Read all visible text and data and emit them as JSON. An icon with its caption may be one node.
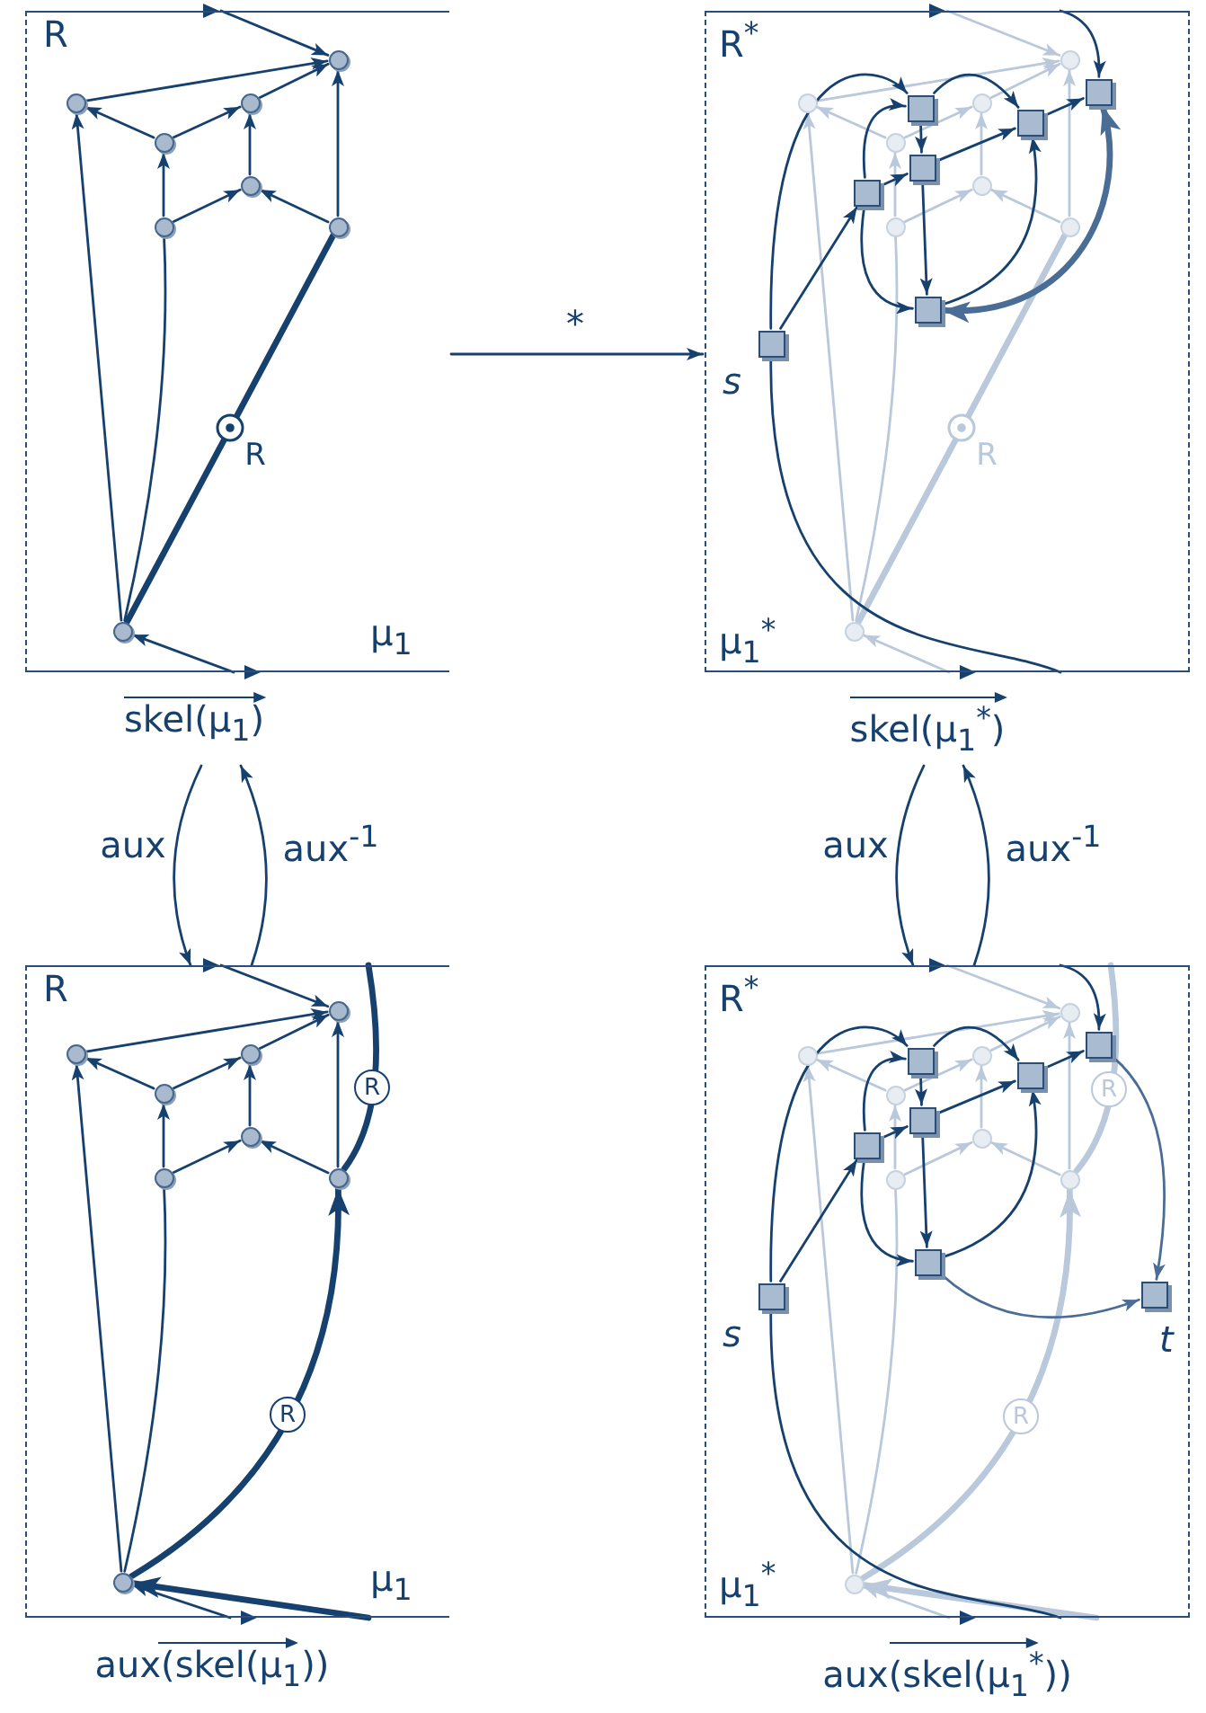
{
  "diagram": {
    "nodes": [
      {
        "text": [
          "R",
          "μ$_{1}$"
        ],
        "beside": [
          "skel(μ$_{1}$)"
        ]
      },
      {
        "text": [],
        "shape": "circle",
        "in": 0
      },
      {
        "text": [],
        "shape": "circle",
        "in": 0
      },
      {
        "text": [],
        "shape": "circle",
        "in": 0
      },
      {
        "text": [],
        "shape": "circle",
        "in": 0
      },
      {
        "text": [],
        "shape": "circle",
        "in": 0
      },
      {
        "text": [],
        "shape": "circle",
        "in": 0
      },
      {
        "text": [],
        "shape": "circle",
        "in": 0
      },
      {
        "text": [],
        "shape": "circle",
        "in": 0
      },
      {
        "text": [
          "R$^{*}$",
          "μ$_{1}$$^{*}$"
        ],
        "beside": [
          "skel(μ$_{1}$$^{*}$)"
        ]
      },
      {
        "text": [],
        "shape": "circle",
        "in": 9
      },
      {
        "text": [],
        "shape": "circle",
        "in": 9
      },
      {
        "text": [],
        "shape": "circle",
        "in": 9
      },
      {
        "text": [],
        "shape": "circle",
        "in": 9
      },
      {
        "text": [],
        "shape": "circle",
        "in": 9
      },
      {
        "text": [],
        "shape": "circle",
        "in": 9
      },
      {
        "text": [],
        "shape": "circle",
        "in": 9
      },
      {
        "text": [],
        "shape": "circle",
        "in": 9
      },
      {
        "text": [],
        "shape": "box",
        "in": 9
      },
      {
        "text": [],
        "shape": "box",
        "in": 9
      },
      {
        "text": [],
        "shape": "box",
        "in": 9
      },
      {
        "text": [],
        "shape": "box",
        "in": 9
      },
      {
        "text": [],
        "shape": "box",
        "in": 9
      },
      {
        "text": [],
        "shape": "box",
        "in": 9
      },
      {
        "text": [],
        "shape": "box",
        "in": 9,
        "beside": [
          "s"
        ]
      },
      {
        "text": [
          "R",
          "μ$_{1}$"
        ],
        "beside": [
          "aux(skel(μ$_{1}$))"
        ]
      },
      {
        "text": [],
        "shape": "circle",
        "in": 25
      },
      {
        "text": [],
        "shape": "circle",
        "in": 25
      },
      {
        "text": [],
        "shape": "circle",
        "in": 25
      },
      {
        "text": [],
        "shape": "circle",
        "in": 25
      },
      {
        "text": [],
        "shape": "circle",
        "in": 25
      },
      {
        "text": [],
        "shape": "circle",
        "in": 25
      },
      {
        "text": [],
        "shape": "circle",
        "in": 25
      },
      {
        "text": [],
        "shape": "circle",
        "in": 25
      },
      {
        "text": [
          "R$^{*}$",
          "μ$_{1}$$^{*}$"
        ],
        "beside": [
          "aux(skel(μ$_{1}$$^{*}$))"
        ]
      },
      {
        "text": [],
        "shape": "circle",
        "in": 34
      },
      {
        "text": [],
        "shape": "circle",
        "in": 34
      },
      {
        "text": [],
        "shape": "circle",
        "in": 34
      },
      {
        "text": [],
        "shape": "circle",
        "in": 34
      },
      {
        "text": [],
        "shape": "circle",
        "in": 34
      },
      {
        "text": [],
        "shape": "circle",
        "in": 34
      },
      {
        "text": [],
        "shape": "circle",
        "in": 34
      },
      {
        "text": [],
        "shape": "circle",
        "in": 34
      },
      {
        "text": [],
        "shape": "box",
        "in": 34
      },
      {
        "text": [],
        "shape": "box",
        "in": 34
      },
      {
        "text": [],
        "shape": "box",
        "in": 34
      },
      {
        "text": [],
        "shape": "box",
        "in": 34
      },
      {
        "text": [],
        "shape": "box",
        "in": 34
      },
      {
        "text": [],
        "shape": "box",
        "in": 34
      },
      {
        "text": [],
        "shape": "box",
        "in": 34,
        "beside": [
          "s"
        ]
      },
      {
        "text": [],
        "shape": "box",
        "in": 34,
        "beside": [
          "t"
        ]
      }
    ],
    "edges": [
      {
        "from": 2,
        "to": 1,
        "arrow": "to"
      },
      {
        "from": 4,
        "to": 2,
        "arrow": "to"
      },
      {
        "from": 4,
        "to": 3,
        "arrow": "to"
      },
      {
        "from": 3,
        "to": 1,
        "arrow": "to"
      },
      {
        "from": 6,
        "to": 4,
        "arrow": "to"
      },
      {
        "from": 6,
        "to": 5,
        "arrow": "to"
      },
      {
        "from": 5,
        "to": 3,
        "arrow": "to"
      },
      {
        "from": 7,
        "to": 5,
        "arrow": "to"
      },
      {
        "from": 7,
        "to": 1,
        "arrow": "to"
      },
      {
        "from": 8,
        "to": 2,
        "arrow": "to"
      },
      {
        "from": 8,
        "to": 6,
        "arrow": "none"
      },
      {
        "from": 8,
        "to": 7,
        "arrow": "none",
        "label": "R",
        "style": "thick"
      },
      {
        "from": null,
        "to": 1,
        "arrow": "to"
      },
      {
        "from": null,
        "to": 8,
        "arrow": "to"
      },
      {
        "from": 11,
        "to": 10,
        "arrow": "to",
        "color": "#b9c8da"
      },
      {
        "from": 13,
        "to": 11,
        "arrow": "to",
        "color": "#b9c8da"
      },
      {
        "from": 13,
        "to": 12,
        "arrow": "to",
        "color": "#b9c8da"
      },
      {
        "from": 12,
        "to": 10,
        "arrow": "to",
        "color": "#b9c8da"
      },
      {
        "from": 15,
        "to": 13,
        "arrow": "to",
        "color": "#b9c8da"
      },
      {
        "from": 15,
        "to": 14,
        "arrow": "to",
        "color": "#b9c8da"
      },
      {
        "from": 14,
        "to": 12,
        "arrow": "to",
        "color": "#b9c8da"
      },
      {
        "from": 16,
        "to": 14,
        "arrow": "to",
        "color": "#b9c8da"
      },
      {
        "from": 16,
        "to": 10,
        "arrow": "to",
        "color": "#b9c8da"
      },
      {
        "from": 17,
        "to": 11,
        "arrow": "to",
        "color": "#b9c8da"
      },
      {
        "from": 17,
        "to": 15,
        "arrow": "none",
        "color": "#b9c8da"
      },
      {
        "from": 17,
        "to": 16,
        "arrow": "none",
        "label": "R",
        "style": "thick",
        "color": "#b9c8da"
      },
      {
        "from": null,
        "to": 10,
        "arrow": "to",
        "color": "#b9c8da"
      },
      {
        "from": null,
        "to": 17,
        "arrow": "to",
        "color": "#b9c8da"
      },
      {
        "from": 24,
        "to": 22,
        "arrow": "to"
      },
      {
        "from": 24,
        "to": 19,
        "arrow": "to"
      },
      {
        "from": null,
        "to": 24,
        "arrow": "none"
      },
      {
        "from": 22,
        "to": 21,
        "arrow": "to"
      },
      {
        "from": 22,
        "to": 19,
        "arrow": "to"
      },
      {
        "from": 22,
        "to": 23,
        "arrow": "to"
      },
      {
        "from": 19,
        "to": 21,
        "arrow": "to"
      },
      {
        "from": 19,
        "to": 20,
        "arrow": "to"
      },
      {
        "from": 21,
        "to": 20,
        "arrow": "to"
      },
      {
        "from": 21,
        "to": 23,
        "arrow": "to"
      },
      {
        "from": 23,
        "to": 20,
        "arrow": "to"
      },
      {
        "from": 20,
        "to": 18,
        "arrow": "to"
      },
      {
        "from": null,
        "to": 18,
        "arrow": "to"
      },
      {
        "from": 23,
        "to": 18,
        "arrow": "both",
        "style": "thick",
        "color": "#4a6d96"
      },
      {
        "from": 0,
        "to": 9,
        "arrow": "to",
        "label": "*"
      },
      {
        "from": 27,
        "to": 26,
        "arrow": "to"
      },
      {
        "from": 29,
        "to": 27,
        "arrow": "to"
      },
      {
        "from": 29,
        "to": 28,
        "arrow": "to"
      },
      {
        "from": 28,
        "to": 26,
        "arrow": "to"
      },
      {
        "from": 31,
        "to": 29,
        "arrow": "to"
      },
      {
        "from": 31,
        "to": 30,
        "arrow": "to"
      },
      {
        "from": 30,
        "to": 28,
        "arrow": "to"
      },
      {
        "from": 32,
        "to": 30,
        "arrow": "to"
      },
      {
        "from": 32,
        "to": 26,
        "arrow": "to"
      },
      {
        "from": 33,
        "to": 27,
        "arrow": "to"
      },
      {
        "from": 33,
        "to": 31,
        "arrow": "none"
      },
      {
        "from": 33,
        "to": 32,
        "arrow": "to",
        "label": "R",
        "style": "thick"
      },
      {
        "from": null,
        "to": 26,
        "arrow": "to"
      },
      {
        "from": null,
        "to": 33,
        "arrow": "to"
      },
      {
        "from": null,
        "to": 32,
        "arrow": "none",
        "label": "R",
        "style": "thick"
      },
      {
        "from": null,
        "to": 33,
        "arrow": "to",
        "style": "thick"
      },
      {
        "from": 36,
        "to": 35,
        "arrow": "to",
        "color": "#b9c8da"
      },
      {
        "from": 38,
        "to": 36,
        "arrow": "to",
        "color": "#b9c8da"
      },
      {
        "from": 38,
        "to": 37,
        "arrow": "to",
        "color": "#b9c8da"
      },
      {
        "from": 37,
        "to": 35,
        "arrow": "to",
        "color": "#b9c8da"
      },
      {
        "from": 40,
        "to": 38,
        "arrow": "to",
        "color": "#b9c8da"
      },
      {
        "from": 40,
        "to": 39,
        "arrow": "to",
        "color": "#b9c8da"
      },
      {
        "from": 39,
        "to": 37,
        "arrow": "to",
        "color": "#b9c8da"
      },
      {
        "from": 41,
        "to": 39,
        "arrow": "to",
        "color": "#b9c8da"
      },
      {
        "from": 41,
        "to": 35,
        "arrow": "to",
        "color": "#b9c8da"
      },
      {
        "from": 42,
        "to": 36,
        "arrow": "to",
        "color": "#b9c8da"
      },
      {
        "from": 42,
        "to": 40,
        "arrow": "none",
        "color": "#b9c8da"
      },
      {
        "from": 42,
        "to": 41,
        "arrow": "to",
        "label": "R",
        "style": "thick",
        "color": "#b9c8da"
      },
      {
        "from": null,
        "to": 35,
        "arrow": "to",
        "color": "#b9c8da"
      },
      {
        "from": null,
        "to": 42,
        "arrow": "to",
        "color": "#b9c8da"
      },
      {
        "from": null,
        "to": 41,
        "arrow": "none",
        "label": "R",
        "style": "thick",
        "color": "#b9c8da"
      },
      {
        "from": null,
        "to": 42,
        "arrow": "to",
        "style": "thick",
        "color": "#b9c8da"
      },
      {
        "from": 49,
        "to": 47,
        "arrow": "to"
      },
      {
        "from": 49,
        "to": 44,
        "arrow": "to"
      },
      {
        "from": null,
        "to": 49,
        "arrow": "none"
      },
      {
        "from": 47,
        "to": 46,
        "arrow": "to"
      },
      {
        "from": 47,
        "to": 44,
        "arrow": "to"
      },
      {
        "from": 47,
        "to": 48,
        "arrow": "to"
      },
      {
        "from": 44,
        "to": 46,
        "arrow": "to"
      },
      {
        "from": 44,
        "to": 45,
        "arrow": "to"
      },
      {
        "from": 46,
        "to": 45,
        "arrow": "to"
      },
      {
        "from": 46,
        "to": 48,
        "arrow": "to"
      },
      {
        "from": 48,
        "to": 45,
        "arrow": "to"
      },
      {
        "from": 45,
        "to": 43,
        "arrow": "to"
      },
      {
        "from": null,
        "to": 43,
        "arrow": "to"
      },
      {
        "from": 43,
        "to": 50,
        "arrow": "to",
        "color": "#4a6d96"
      },
      {
        "from": 48,
        "to": 50,
        "arrow": "to",
        "color": "#4a6d96"
      },
      {
        "from": 0,
        "to": 25,
        "arrow": "to",
        "label": "aux"
      },
      {
        "from": 25,
        "to": 0,
        "arrow": "to",
        "label": "aux$^{-1}$"
      },
      {
        "from": 9,
        "to": 34,
        "arrow": "to",
        "label": "aux"
      },
      {
        "from": 34,
        "to": 9,
        "arrow": "to",
        "label": "aux$^{-1}$"
      }
    ]
  }
}
